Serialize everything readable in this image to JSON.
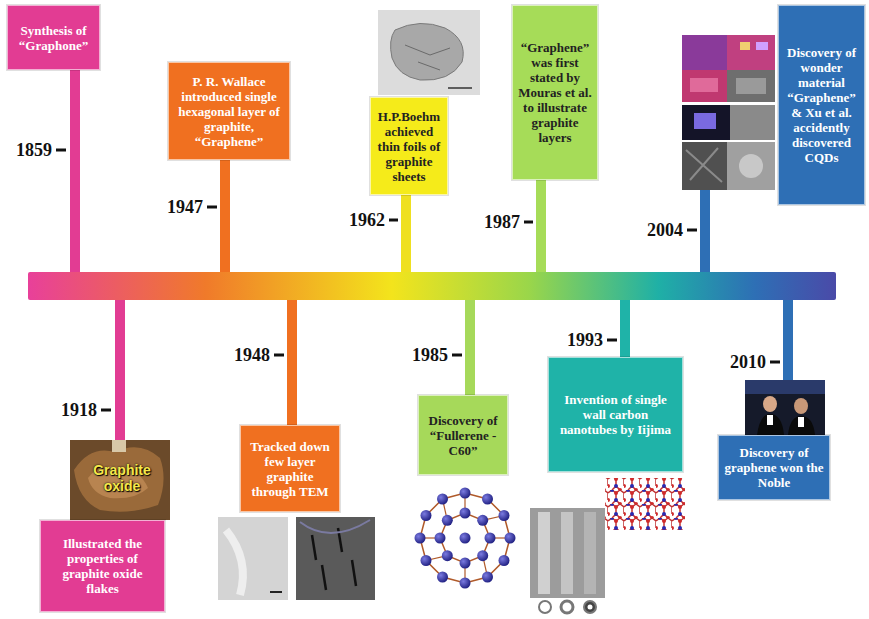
{
  "diagram": {
    "nodes": [
      {
        "text": [
          "Synthesis of “Graphone”"
        ]
      },
      {
        "text": [
          "Illustrated the properties of graphite oxide flakes"
        ]
      },
      {
        "text": [
          "P. R. Wallace introduced single hexagonal layer of graphite, “Graphene”"
        ]
      },
      {
        "text": [
          "Tracked down few layer graphite through TEM"
        ]
      },
      {
        "text": [
          "H.P.Boehm achieved thin foils of graphite sheets"
        ]
      },
      {
        "text": [
          "Discovery of “Fullerene - C60”"
        ]
      },
      {
        "text": [
          "“Graphene” was first stated by Mouras et al. to illustrate graphite layers"
        ]
      },
      {
        "text": [
          "Invention of single wall carbon nanotubes by Iijima"
        ]
      },
      {
        "text": [
          "Discovery of wonder material “Graphene” & Xu et al. accidently discovered CQDs"
        ]
      },
      {
        "text": [
          "Discovery of graphene won the Noble"
        ]
      }
    ],
    "labels": [
      "1859",
      "1918",
      "1947",
      "1948",
      "1962",
      "1985",
      "1987",
      "1993",
      "2004",
      "2010",
      "Graphite oxide"
    ]
  }
}
